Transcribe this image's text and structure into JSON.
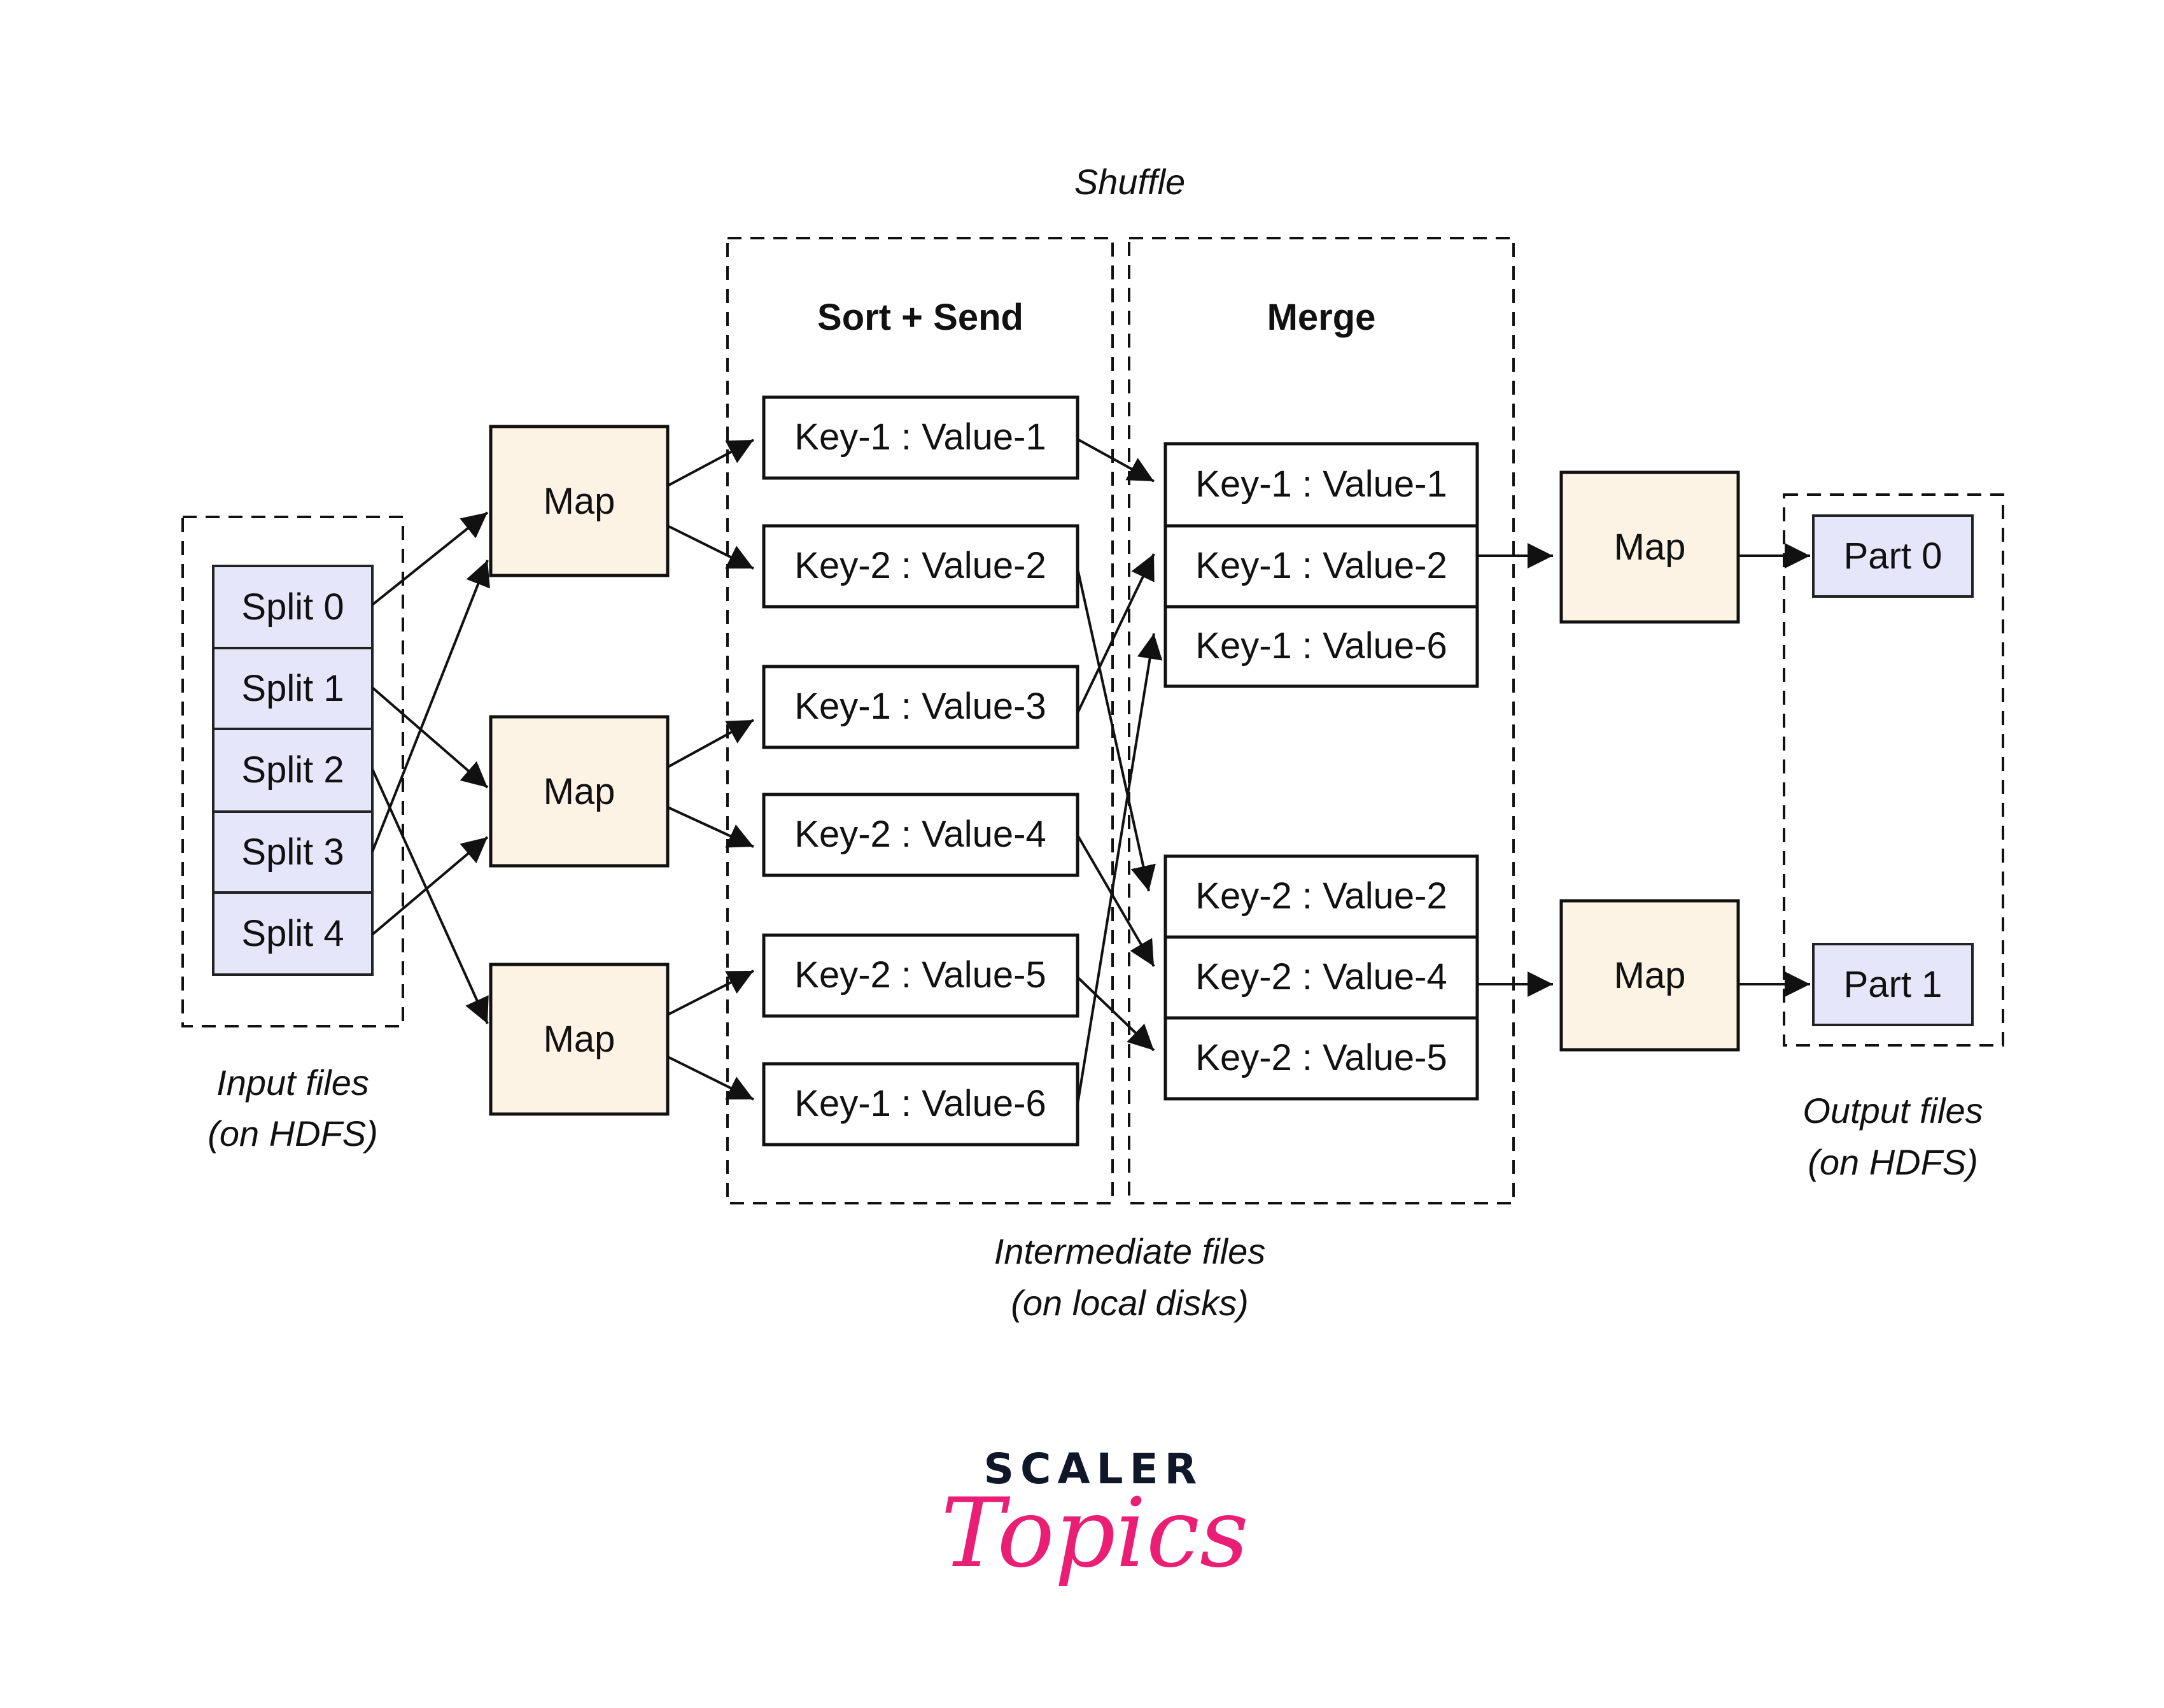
{
  "title_shuffle": "Shuffle",
  "colors": {
    "split_fill": "#e6e6fa",
    "map_fill": "#fdf3e4",
    "kv_fill": "#ffffff",
    "stroke": "#111111",
    "logo_dark": "#0f1729",
    "logo_pink": "#e91e74"
  },
  "input": {
    "caption_line1": "Input files",
    "caption_line2": "(on HDFS)",
    "splits": [
      "Split 0",
      "Split 1",
      "Split 2",
      "Split 3",
      "Split 4"
    ]
  },
  "map_stage": {
    "mappers": [
      "Map",
      "Map",
      "Map"
    ]
  },
  "sort_send": {
    "heading": "Sort + Send",
    "items": [
      "Key-1 : Value-1",
      "Key-2 : Value-2",
      "Key-1 : Value-3",
      "Key-2 : Value-4",
      "Key-2 : Value-5",
      "Key-1 : Value-6"
    ]
  },
  "merge": {
    "heading": "Merge",
    "groups": [
      [
        "Key-1 : Value-1",
        "Key-1 : Value-2",
        "Key-1 : Value-6"
      ],
      [
        "Key-2 : Value-2",
        "Key-2 : Value-4",
        "Key-2 : Value-5"
      ]
    ]
  },
  "intermediate": {
    "caption_line1": "Intermediate files",
    "caption_line2": "(on local disks)"
  },
  "reduce_stage": {
    "mappers": [
      "Map",
      "Map"
    ]
  },
  "output": {
    "caption_line1": "Output files",
    "caption_line2": "(on HDFS)",
    "parts": [
      "Part 0",
      "Part 1"
    ]
  },
  "edges": [
    {
      "from": "Split 0",
      "to": "Map 1"
    },
    {
      "from": "Split 1",
      "to": "Map 2"
    },
    {
      "from": "Split 2",
      "to": "Map 3"
    },
    {
      "from": "Split 3",
      "to": "Map 1"
    },
    {
      "from": "Split 4",
      "to": "Map 2"
    },
    {
      "from": "Map 1",
      "to": "Key-1 : Value-1"
    },
    {
      "from": "Map 1",
      "to": "Key-2 : Value-2"
    },
    {
      "from": "Map 2",
      "to": "Key-1 : Value-3"
    },
    {
      "from": "Map 2",
      "to": "Key-2 : Value-4"
    },
    {
      "from": "Map 3",
      "to": "Key-2 : Value-5"
    },
    {
      "from": "Map 3",
      "to": "Key-1 : Value-6"
    },
    {
      "from": "Key-1 : Value-1",
      "to": "Merge Key-1 group"
    },
    {
      "from": "Key-1 : Value-3",
      "to": "Merge Key-1 group"
    },
    {
      "from": "Key-1 : Value-6",
      "to": "Merge Key-1 group"
    },
    {
      "from": "Key-2 : Value-2",
      "to": "Merge Key-2 group"
    },
    {
      "from": "Key-2 : Value-4",
      "to": "Merge Key-2 group"
    },
    {
      "from": "Key-2 : Value-5",
      "to": "Merge Key-2 group"
    },
    {
      "from": "Merge Key-1 group",
      "to": "Reduce Map 1"
    },
    {
      "from": "Merge Key-2 group",
      "to": "Reduce Map 2"
    },
    {
      "from": "Reduce Map 1",
      "to": "Part 0"
    },
    {
      "from": "Reduce Map 2",
      "to": "Part 1"
    }
  ],
  "logo": {
    "line1": "SCALER",
    "line2": "Topics"
  }
}
